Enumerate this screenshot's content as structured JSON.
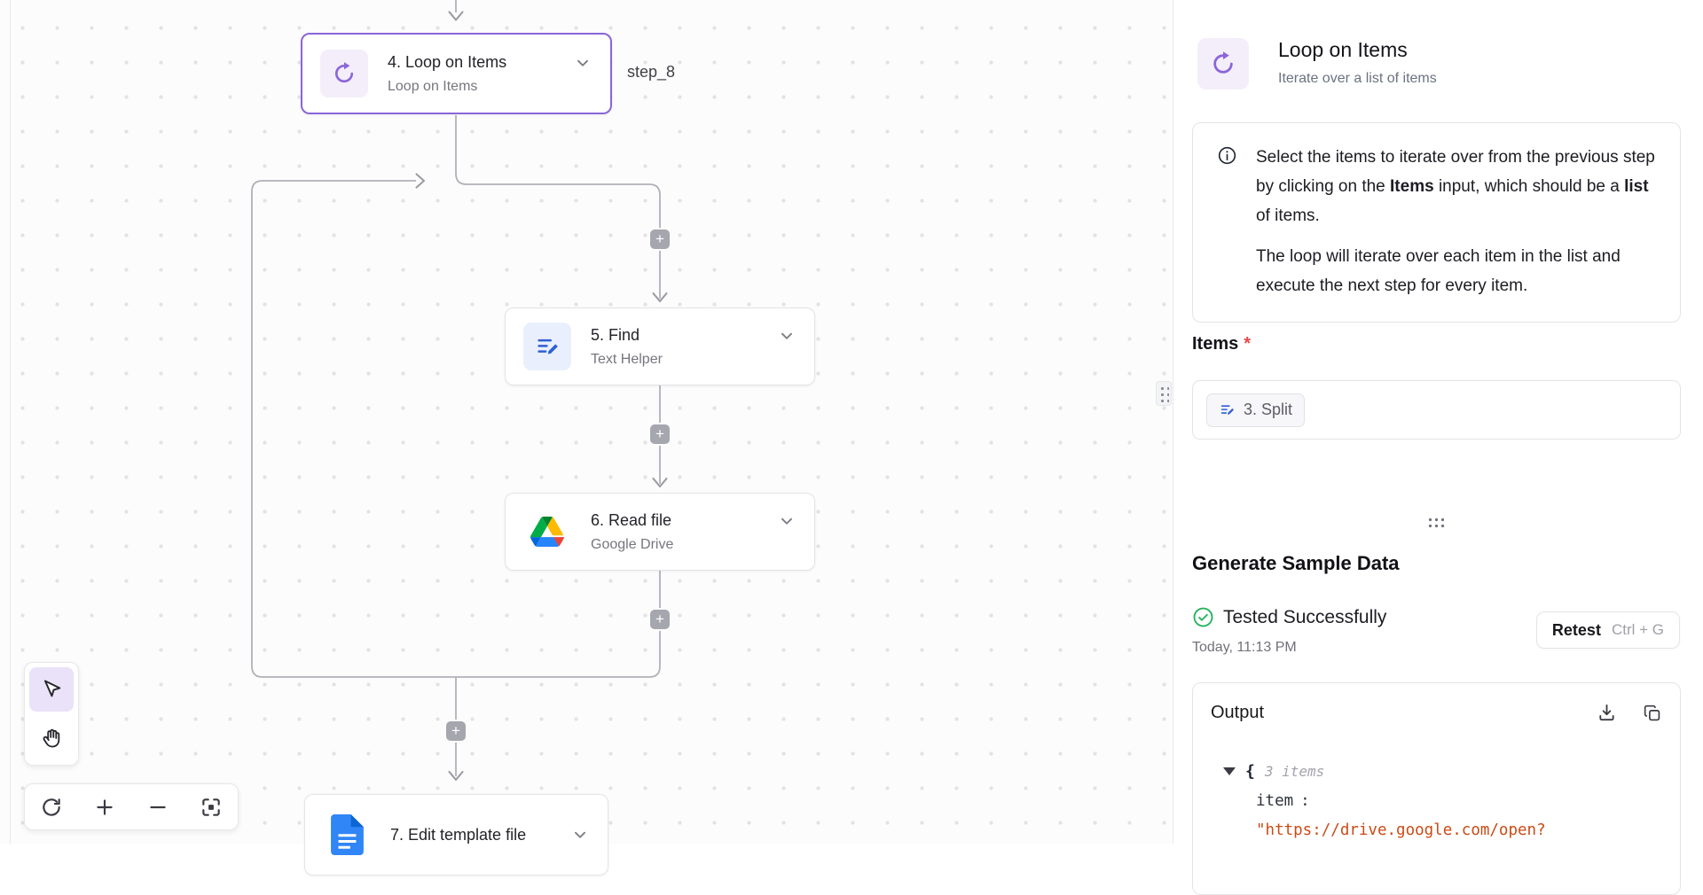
{
  "canvas": {
    "nodes": {
      "loop": {
        "title": "4. Loop on Items",
        "subtitle": "Loop on Items"
      },
      "find": {
        "title": "5. Find",
        "subtitle": "Text Helper"
      },
      "read_file": {
        "title": "6. Read file",
        "subtitle": "Google Drive"
      },
      "edit_template": {
        "title": "7. Edit template file"
      }
    },
    "selected_step_badge": "step_8",
    "add_label": "+"
  },
  "panel": {
    "header": {
      "title": "Loop on Items",
      "subtitle": "Iterate over a list of items"
    },
    "info": {
      "p1_a": "Select the items to iterate over from the previous step by clicking on the ",
      "p1_b": "Items",
      "p1_c": " input, which should be a ",
      "p1_d": "list",
      "p1_e": " of items.",
      "p2": "The loop will iterate over each item in the list and execute the next step for every item."
    },
    "items_field": {
      "label": "Items",
      "required_mark": "*",
      "chip_label": "3. Split"
    },
    "sample": {
      "title": "Generate Sample Data",
      "status": "Tested Successfully",
      "timestamp": "Today, 11:13 PM",
      "retest_label": "Retest",
      "retest_shortcut": "Ctrl + G"
    },
    "output": {
      "title": "Output",
      "json_brace": "{",
      "json_items_count": "3 items",
      "json_key": "item",
      "json_colon": ":",
      "json_value": "\"https://drive.google.com/open?"
    }
  },
  "colors": {
    "accent_purple": "#8a66d9",
    "selected_node_border": "#8a66d9",
    "success_green": "#23b45b",
    "required_red": "#e5484d",
    "json_string_red": "#cb4b16",
    "edge_gray": "#b0b0b8"
  }
}
